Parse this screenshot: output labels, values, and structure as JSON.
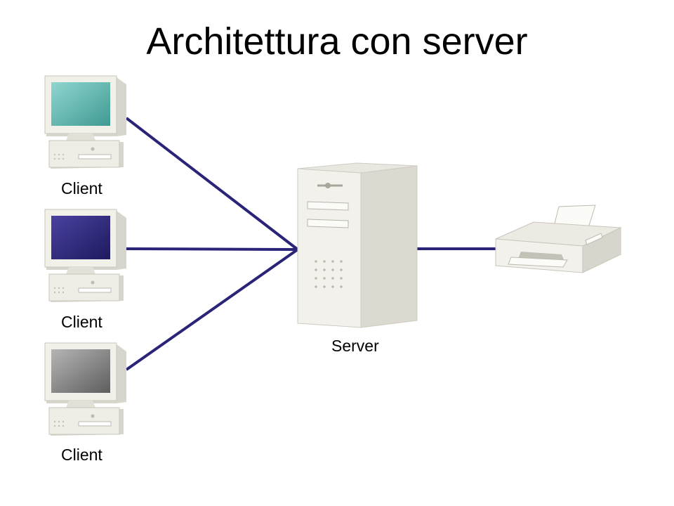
{
  "title": "Architettura con server",
  "clients": [
    {
      "label": "Client",
      "screen_color": "#5fb4ac"
    },
    {
      "label": "Client",
      "screen_color": "#2e2778"
    },
    {
      "label": "Client",
      "screen_color": "#8a8a8a"
    }
  ],
  "server": {
    "label": "Server"
  },
  "colors": {
    "link": "#2a2478",
    "body": "#efeee6",
    "body_shade": "#d8d6cc",
    "outline": "#c9c6bb"
  },
  "icons": [
    "client-computer-icon",
    "server-tower-icon",
    "printer-icon"
  ]
}
